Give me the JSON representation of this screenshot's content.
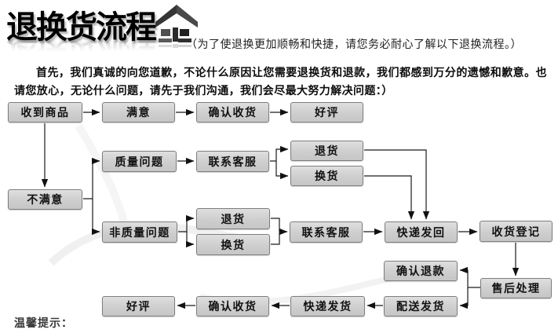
{
  "header": {
    "title": "退换货流程",
    "icon": "house-up-arrow-icon",
    "subtitle": "（为了使退换更加顺畅和快捷，请您务必耐心了解以下退换流程。）"
  },
  "intro": {
    "text": "首先，我们真诚的向您道歉，不论什么原因让您需要退换货和退款，我们都感到万分的遗憾和歉意。也请您放心，无论什么问题，请先于我们沟通，我们会尽最大努力解决问题：）"
  },
  "flowchart": {
    "box_fill": "#d2d2d2",
    "box_border": "#7e7e7e",
    "line_color": "#1a1a1a",
    "nodes": [
      {
        "id": "received",
        "label": "收到商品"
      },
      {
        "id": "satisfied",
        "label": "满意"
      },
      {
        "id": "confirm_receipt_1",
        "label": "确认收货"
      },
      {
        "id": "good_review_1",
        "label": "好评"
      },
      {
        "id": "quality_issue",
        "label": "质量问题"
      },
      {
        "id": "contact_service_q",
        "label": "联系客服"
      },
      {
        "id": "return_q",
        "label": "退货"
      },
      {
        "id": "exchange_q",
        "label": "换货"
      },
      {
        "id": "unsatisfied",
        "label": "不满意"
      },
      {
        "id": "non_quality_issue",
        "label": "非质量问题"
      },
      {
        "id": "return_nq",
        "label": "退货"
      },
      {
        "id": "exchange_nq",
        "label": "换货"
      },
      {
        "id": "contact_service_nq",
        "label": "联系客服"
      },
      {
        "id": "express_send_back",
        "label": "快递发回"
      },
      {
        "id": "receipt_registration",
        "label": "收货登记"
      },
      {
        "id": "confirm_refund",
        "label": "确认退款"
      },
      {
        "id": "after_sales",
        "label": "售后处理"
      },
      {
        "id": "dispatch_shipping",
        "label": "配送发货"
      },
      {
        "id": "express_shipping",
        "label": "快递发货"
      },
      {
        "id": "confirm_receipt_2",
        "label": "确认收货"
      },
      {
        "id": "good_review_2",
        "label": "好评"
      }
    ],
    "edges": [
      {
        "from": "received",
        "to": "satisfied"
      },
      {
        "from": "satisfied",
        "to": "confirm_receipt_1"
      },
      {
        "from": "confirm_receipt_1",
        "to": "good_review_1"
      },
      {
        "from": "received",
        "to": "unsatisfied"
      },
      {
        "from": "unsatisfied",
        "to": "quality_issue"
      },
      {
        "from": "unsatisfied",
        "to": "non_quality_issue"
      },
      {
        "from": "quality_issue",
        "to": "contact_service_q"
      },
      {
        "from": "contact_service_q",
        "to": "return_q"
      },
      {
        "from": "contact_service_q",
        "to": "exchange_q"
      },
      {
        "from": "return_q",
        "to": "express_send_back"
      },
      {
        "from": "exchange_q",
        "to": "express_send_back"
      },
      {
        "from": "non_quality_issue",
        "to": "return_nq"
      },
      {
        "from": "non_quality_issue",
        "to": "exchange_nq"
      },
      {
        "from": "return_nq",
        "to": "contact_service_nq"
      },
      {
        "from": "exchange_nq",
        "to": "contact_service_nq"
      },
      {
        "from": "contact_service_nq",
        "to": "express_send_back"
      },
      {
        "from": "express_send_back",
        "to": "receipt_registration"
      },
      {
        "from": "receipt_registration",
        "to": "after_sales"
      },
      {
        "from": "after_sales",
        "to": "confirm_refund"
      },
      {
        "from": "after_sales",
        "to": "dispatch_shipping"
      },
      {
        "from": "dispatch_shipping",
        "to": "express_shipping"
      },
      {
        "from": "express_shipping",
        "to": "confirm_receipt_2"
      },
      {
        "from": "confirm_receipt_2",
        "to": "good_review_2"
      }
    ]
  },
  "footer": {
    "tip": "温馨提示："
  }
}
